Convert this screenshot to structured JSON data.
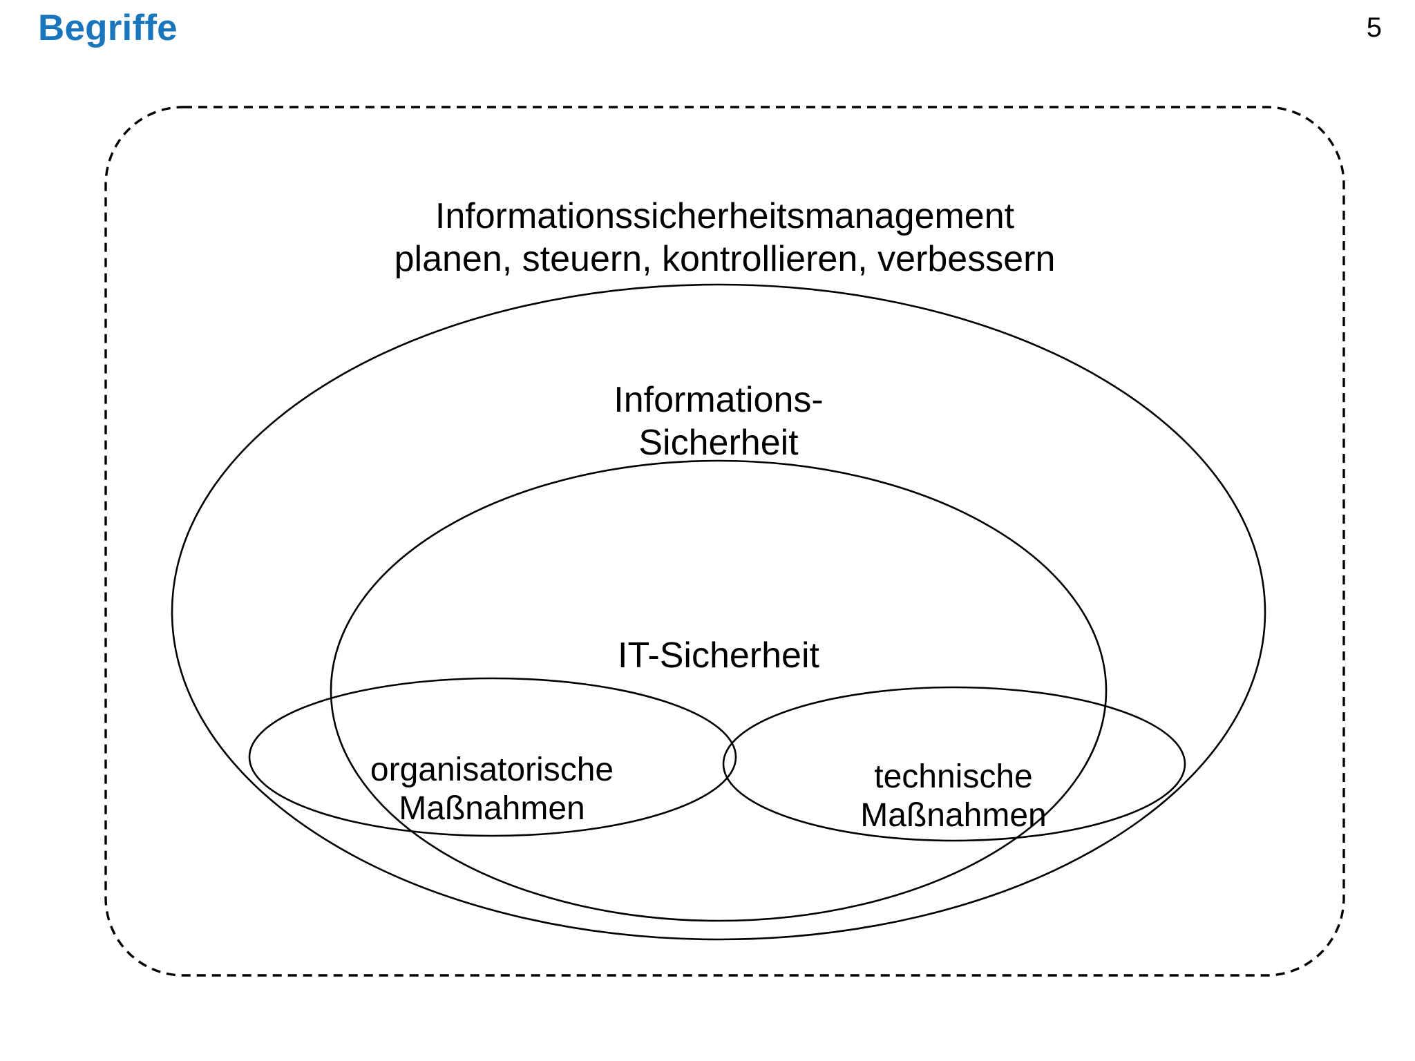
{
  "slide": {
    "title": "Begriffe",
    "page_number": "5",
    "title_color": "#1a76bc",
    "background_color": "#ffffff",
    "line_color": "#000000"
  },
  "diagram": {
    "type": "nested-set-venn",
    "frame": {
      "name": "informationssicherheitsmanagement-frame",
      "style": "dashed-rounded-rectangle",
      "label_line_1": "Informationssicherheitsmanagement",
      "label_line_2": "planen, steuern, kontrollieren, verbessern"
    },
    "levels": [
      {
        "name": "informationssicherheit-ellipse",
        "label_line_1": "Informations-",
        "label_line_2": "Sicherheit"
      },
      {
        "name": "it-sicherheit-ellipse",
        "label_line_1": "IT-Sicherheit",
        "label_line_2": ""
      },
      {
        "name": "organisatorische-massnahmen-ellipse",
        "label_line_1": "organisatorische",
        "label_line_2": "Maßnahmen"
      },
      {
        "name": "technische-massnahmen-ellipse",
        "label_line_1": "technische",
        "label_line_2": "Maßnahmen"
      }
    ]
  }
}
